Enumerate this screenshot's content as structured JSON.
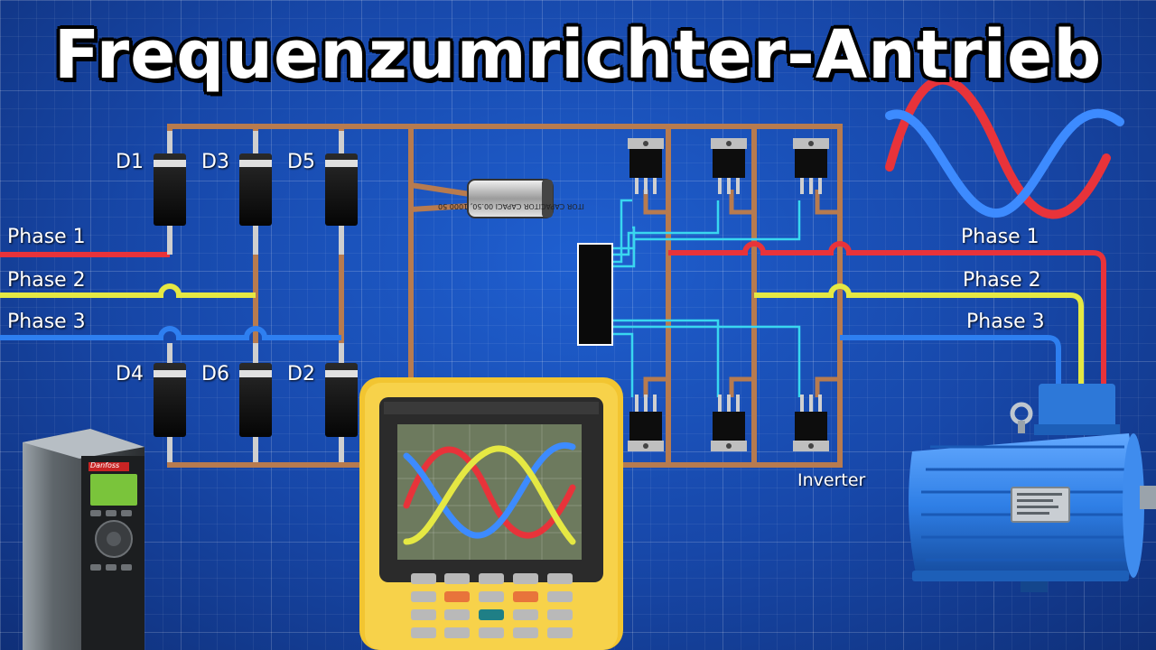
{
  "title": "Frequenzumrichter-Antrieb",
  "input_phases": [
    {
      "label": "Phase 1",
      "color": "#e8333a"
    },
    {
      "label": "Phase 2",
      "color": "#e5e843"
    },
    {
      "label": "Phase 3",
      "color": "#2e7ff0"
    }
  ],
  "output_phases": [
    {
      "label": "Phase 1",
      "color": "#e8333a"
    },
    {
      "label": "Phase 2",
      "color": "#e5e843"
    },
    {
      "label": "Phase 3",
      "color": "#2e7ff0"
    }
  ],
  "diodes": {
    "top": [
      "D1",
      "D3",
      "D5"
    ],
    "bottom": [
      "D4",
      "D6",
      "D2"
    ]
  },
  "capacitor_text": "ITOR CAPACITOR CAPACI 00.50, 1000 50",
  "inverter_label": "Inverter",
  "vfd_brand": "Danfoss",
  "colors": {
    "blueprint": "#1a4fb5",
    "busbar": "#b77b4f",
    "gate_wire": "#39d7f0",
    "meter_body": "#f2c531"
  },
  "icons": {
    "title_wave": "sine-wave-icon",
    "vfd": "frequency-drive-icon",
    "meter": "oscilloscope-icon",
    "motor": "electric-motor-icon"
  }
}
